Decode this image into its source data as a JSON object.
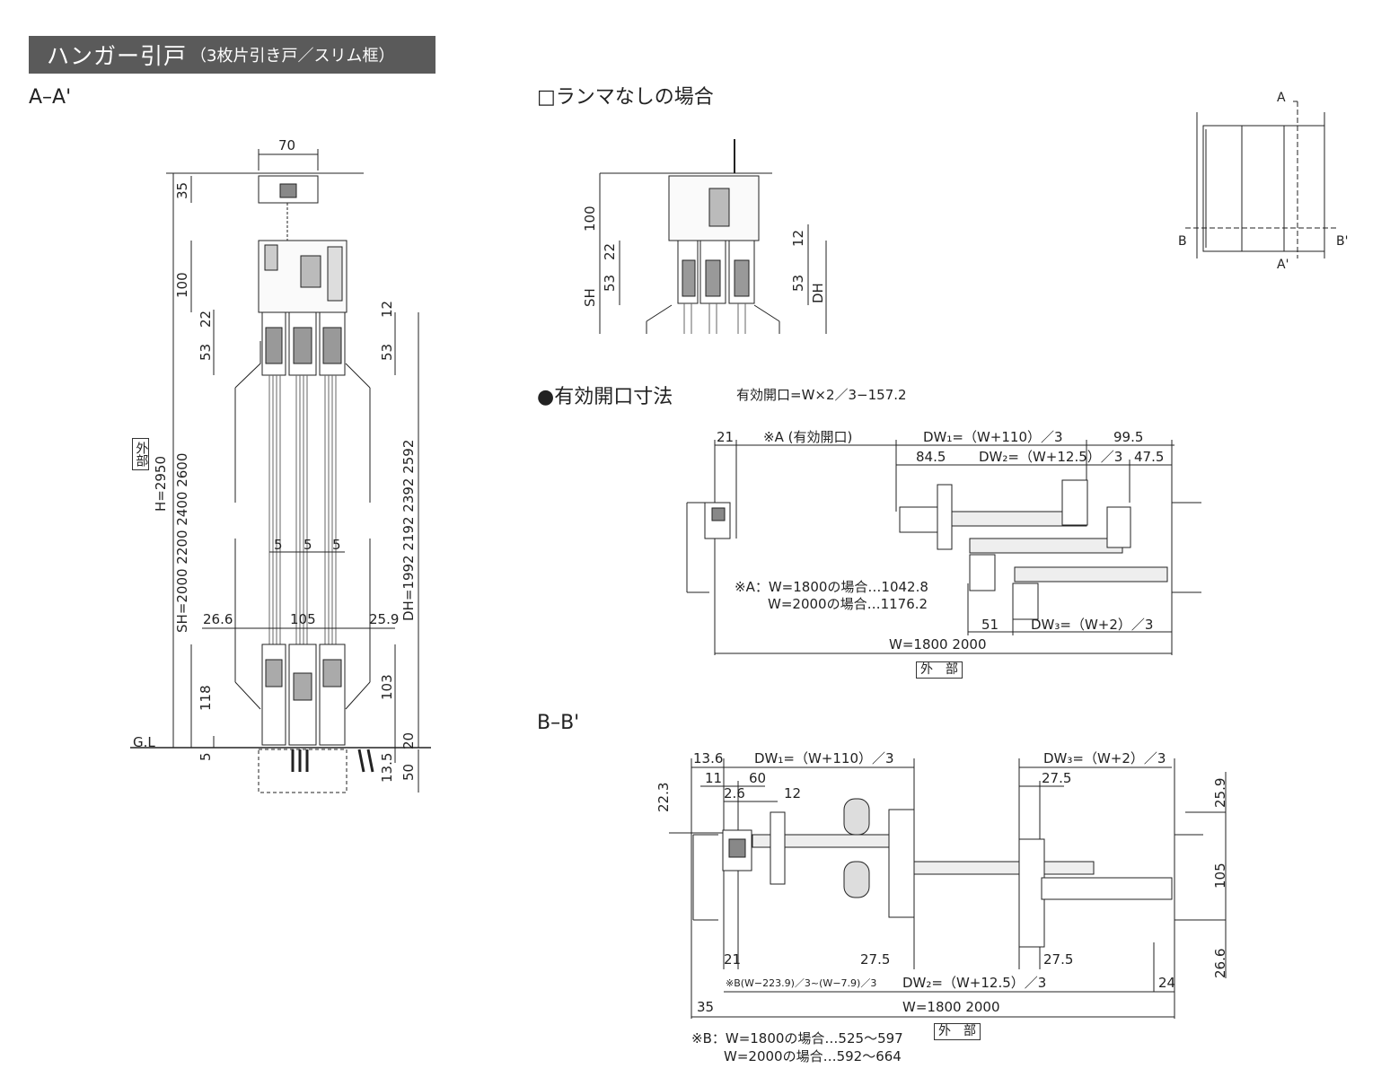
{
  "header": {
    "title_main": "ハンガー引戸",
    "title_sub": "（3枚片引き戸／スリム框）"
  },
  "section_aa": {
    "heading": "A–A'",
    "dims": {
      "top_width": "70",
      "d35": "35",
      "d100": "100",
      "d22": "22",
      "d53": "53",
      "d12": "12",
      "d53r": "53",
      "h_vertical": "H=2950",
      "sh_vertical": "SH=2000 2200 2400 2600",
      "dh_vertical": "DH=1992 2192 2392 2592",
      "gap1": "5",
      "gap2": "5",
      "gap3": "5",
      "w26_6": "26.6",
      "w105": "105",
      "w25_9": "25.9",
      "d118": "118",
      "d103": "103",
      "gl": "G.L",
      "d5": "5",
      "d20": "20",
      "d13_5": "13.5",
      "d50": "50"
    },
    "outside_label_1": "外",
    "outside_label_2": "部"
  },
  "section_noranma": {
    "heading": "□ランマなしの場合",
    "dims": {
      "d100": "100",
      "d22": "22",
      "d53": "53",
      "sh": "SH",
      "d12": "12",
      "d53r": "53",
      "dh": "DH"
    }
  },
  "key_plan": {
    "a": "A",
    "a_prime": "A'",
    "b": "B",
    "b_prime": "B'"
  },
  "section_opening": {
    "heading": "●有効開口寸法",
    "formula": "有効開口=W×2／3−157.2",
    "dims": {
      "d21": "21",
      "note_a": "※A (有効開口)",
      "dw1": "DW₁=（W+110）／3",
      "d99_5": "99.5",
      "d84_5": "84.5",
      "dw2": "DW₂=（W+12.5）／3",
      "d47_5": "47.5",
      "d51": "51",
      "dw3": "DW₃=（W+2）／3",
      "w_total": "W=1800 2000"
    },
    "note_line1": "※A：W=1800の場合…1042.8",
    "note_line2": "W=2000の場合…1176.2",
    "outside": "外　部"
  },
  "section_bb": {
    "heading": "B–B'",
    "dims": {
      "d13_6": "13.6",
      "dw1": "DW₁=（W+110）／3",
      "dw3": "DW₃=（W+2）／3",
      "d11": "11",
      "d60": "60",
      "d22_3": "22.3",
      "d2_6": "2.6",
      "d12": "12",
      "d27_5a": "27.5",
      "d25_9": "25.9",
      "d105": "105",
      "d26_6": "26.6",
      "d21": "21",
      "d27_5b": "27.5",
      "d27_5c": "27.5",
      "note_b": "※B(W−223.9)／3~(W−7.9)／3",
      "dw2": "DW₂=（W+12.5）／3",
      "d24": "24",
      "d35": "35",
      "w_total": "W=1800 2000"
    },
    "outside": "外　部",
    "note_line1": "※B：W=1800の場合…525～597",
    "note_line2": "W=2000の場合…592～664"
  }
}
